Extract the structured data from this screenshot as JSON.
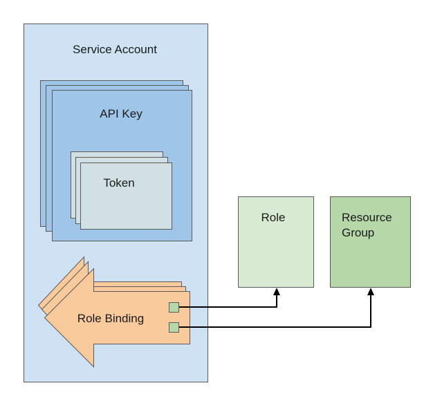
{
  "diagram": {
    "service_account": {
      "label": "Service Account"
    },
    "api_key": {
      "label": "API Key"
    },
    "token": {
      "label": "Token"
    },
    "role_binding": {
      "label": "Role Binding"
    },
    "role": {
      "label": "Role"
    },
    "resource_group": {
      "line1": "Resource",
      "line2": "Group"
    }
  },
  "colors": {
    "service_account_fill": "#cfe2f3",
    "api_key_fill": "#9fc5e8",
    "token_fill": "#d0e0e3",
    "role_binding_fill": "#f9cb9c",
    "role_fill": "#d9ead3",
    "resource_group_fill": "#b6d7a8",
    "connector_fill": "#b6d7a8",
    "stroke": "#595959",
    "line": "#000000"
  }
}
